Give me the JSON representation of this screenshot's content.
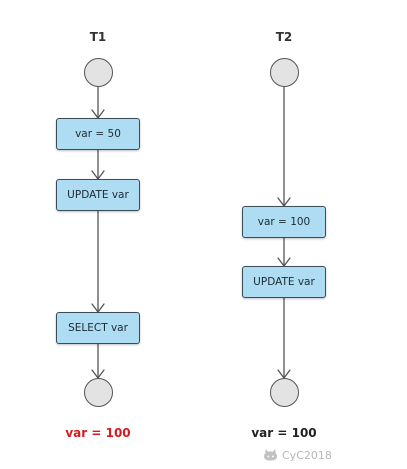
{
  "lanes": [
    {
      "title": "T1",
      "steps": [
        "var = 50",
        "UPDATE var",
        "SELECT var"
      ],
      "result": "var = 100",
      "result_color": "#d7191c"
    },
    {
      "title": "T2",
      "steps": [
        "var = 100",
        "UPDATE var"
      ],
      "result": "var = 100",
      "result_color": "#222222"
    }
  ],
  "watermark": {
    "text": "CyC2018",
    "icon": "github-octocat-icon"
  },
  "colors": {
    "node_fill": "#aedcf2",
    "node_border": "#3c4c57",
    "circle_fill": "#e3e3e3",
    "line": "#555555"
  }
}
